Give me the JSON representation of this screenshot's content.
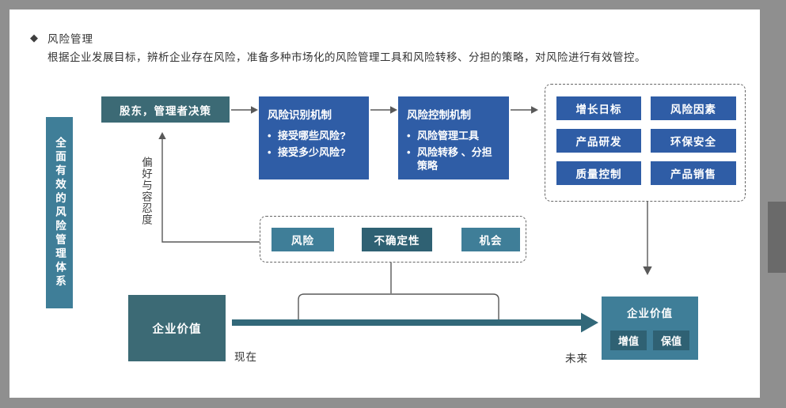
{
  "header": {
    "bullet": "◆",
    "title": "风险管理",
    "subtitle": "根据企业发展目标，辨析企业存在风险，准备多种市场化的风险管理工具和风险转移、分担的策略，对风险进行有效管控。"
  },
  "sidebar": {
    "label": "全面有效的风险管理体系"
  },
  "flow": {
    "decision": {
      "label": "股东，管理者决策"
    },
    "identify": {
      "title": "风险识别机制",
      "bullets": [
        "接受哪些风险?",
        "接受多少风险?"
      ]
    },
    "control": {
      "title": "风险控制机制",
      "bullets": [
        "风险管理工具",
        "风险转移 、分担策略"
      ]
    },
    "targets": [
      "增长日标",
      "风险因素",
      "产品研发",
      "环保安全",
      "质量控制",
      "产品销售"
    ]
  },
  "factors": {
    "items": [
      "风险",
      "不确定性",
      "机会"
    ]
  },
  "preference": {
    "label": "偏好与容忍度"
  },
  "timeline": {
    "now": "现在",
    "future": "未来"
  },
  "value_now": {
    "label": "企业价值"
  },
  "value_future": {
    "title": "企业价值",
    "buttons": [
      "增值",
      "保值"
    ]
  },
  "colors": {
    "blue": "#2f5da6",
    "teal": "#3f7e98",
    "slate": "#3c6a75",
    "tealdark": "#2f6173",
    "frame": "#8f8f8f",
    "tab": "#6a6a6a",
    "line": "#595959",
    "arrow": "#326879",
    "text": "#333333"
  }
}
